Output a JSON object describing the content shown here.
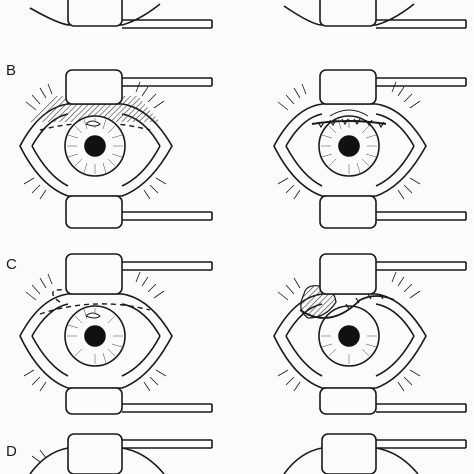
{
  "panel_labels": {
    "b": "B",
    "c": "C",
    "d": "D"
  },
  "colors": {
    "ink": "#1a1a1a",
    "paper": "#fbfbfa",
    "hatch": "#3a3a3a"
  }
}
